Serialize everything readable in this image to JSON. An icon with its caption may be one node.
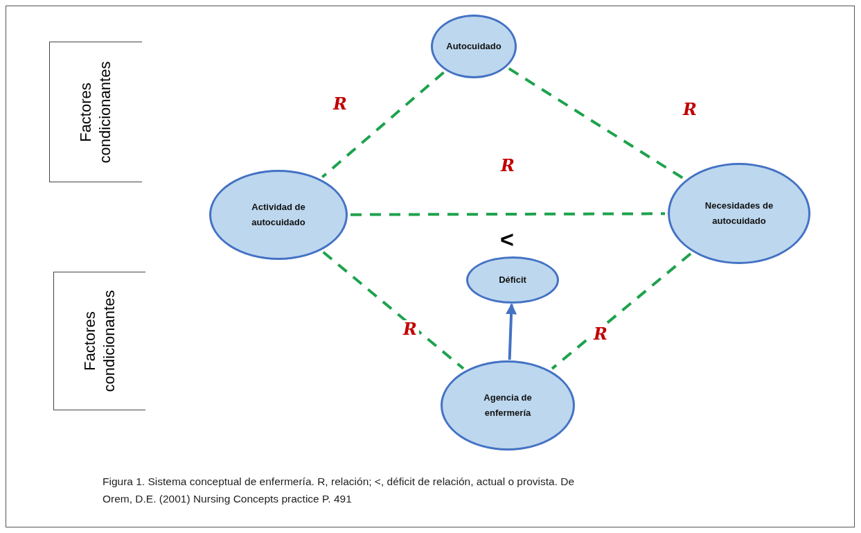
{
  "diagram": {
    "caption": "Figura 1. Sistema conceptual de enfermería. R, relación; <, déficit de relación, actual o provista. De Orem, D.E. (2001) Nursing Concepts practice P. 491",
    "nodes": [
      {
        "text": [
          "Factores condicionantes"
        ]
      },
      {
        "text": [
          "Factores condicionantes"
        ]
      },
      {
        "text": [
          "Autocuidado"
        ]
      },
      {
        "text": [
          "Actividad de autocuidado"
        ]
      },
      {
        "text": [
          "Necesidades de autocuidado"
        ]
      },
      {
        "text": [
          "Déficit"
        ]
      },
      {
        "text": [
          "Agencia de enfermería"
        ]
      }
    ],
    "edges": [
      {
        "from": 2,
        "to": 3,
        "arrow": "none",
        "label": "R",
        "style": "dashed"
      },
      {
        "from": 2,
        "to": 4,
        "arrow": "none",
        "label": "R",
        "style": "dashed"
      },
      {
        "from": 3,
        "to": 4,
        "arrow": "none",
        "label": "R",
        "style": "dashed"
      },
      {
        "from": 3,
        "to": 6,
        "arrow": "none",
        "label": "R",
        "style": "dashed"
      },
      {
        "from": 4,
        "to": 6,
        "arrow": "none",
        "label": "R",
        "style": "dashed"
      },
      {
        "from": 6,
        "to": 5,
        "arrow": "to",
        "color": "#4472c4"
      }
    ],
    "labels": [
      "<"
    ]
  }
}
